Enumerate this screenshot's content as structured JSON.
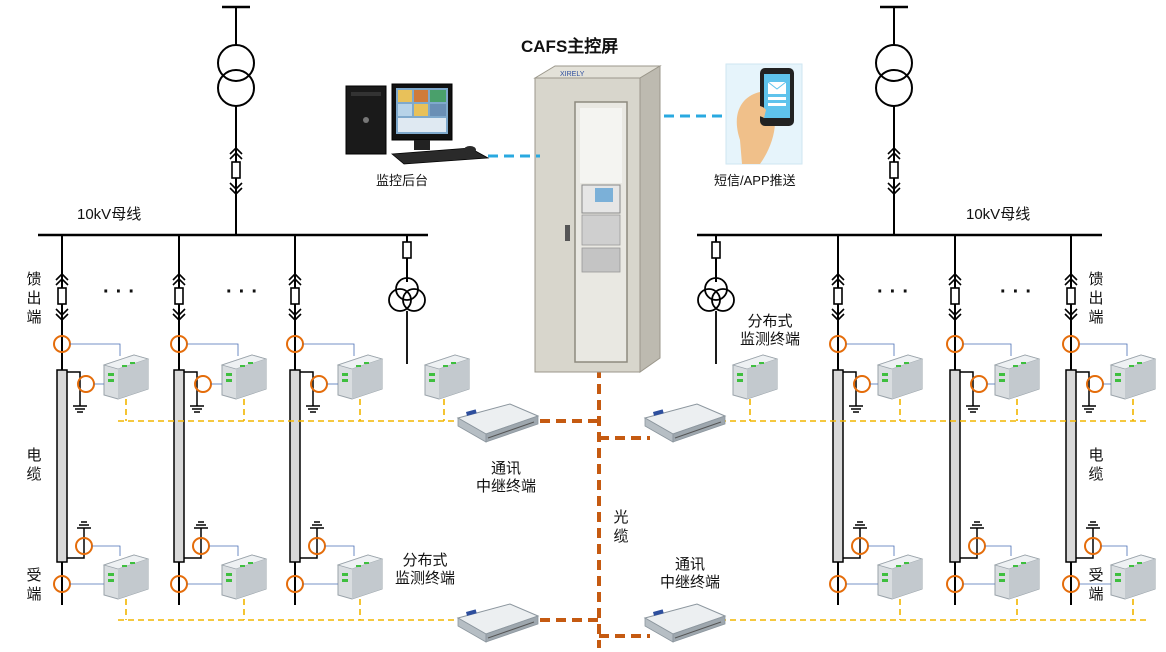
{
  "title": "CAFS主控屏",
  "monitor_label": "监控后台",
  "push_label": "短信/APP推送",
  "busbar_left_label": "10kV母线",
  "busbar_right_label": "10kV母线",
  "feeder_out_left": "馈出端",
  "feeder_out_right": "馈出端",
  "cable_left": "电缆",
  "cable_right": "电缆",
  "receive_left": "受端",
  "receive_right": "受端",
  "fiber_label": "光缆",
  "distributed_terminal_right_top": "分布式\n监测终端",
  "distributed_terminal_bottom": "分布式\n监测终端",
  "relay_terminal_upper": "通讯\n中继终端",
  "relay_terminal_lower": "通讯\n中继终端",
  "ellipsis": "···",
  "cabinet_brand": "XIRELY",
  "colors": {
    "ct_ring": "#e46c0a",
    "fiber": "#c55a11",
    "dashed_signal": "#f2b600",
    "wireless_link": "#29a9e0",
    "line": "#000000"
  },
  "icons": [
    "transformer-icon",
    "switch-icon",
    "ct-ring-icon",
    "ground-icon",
    "terminal-box-icon",
    "relay-box-icon",
    "computer-icon",
    "phone-icon",
    "cabinet-icon"
  ]
}
